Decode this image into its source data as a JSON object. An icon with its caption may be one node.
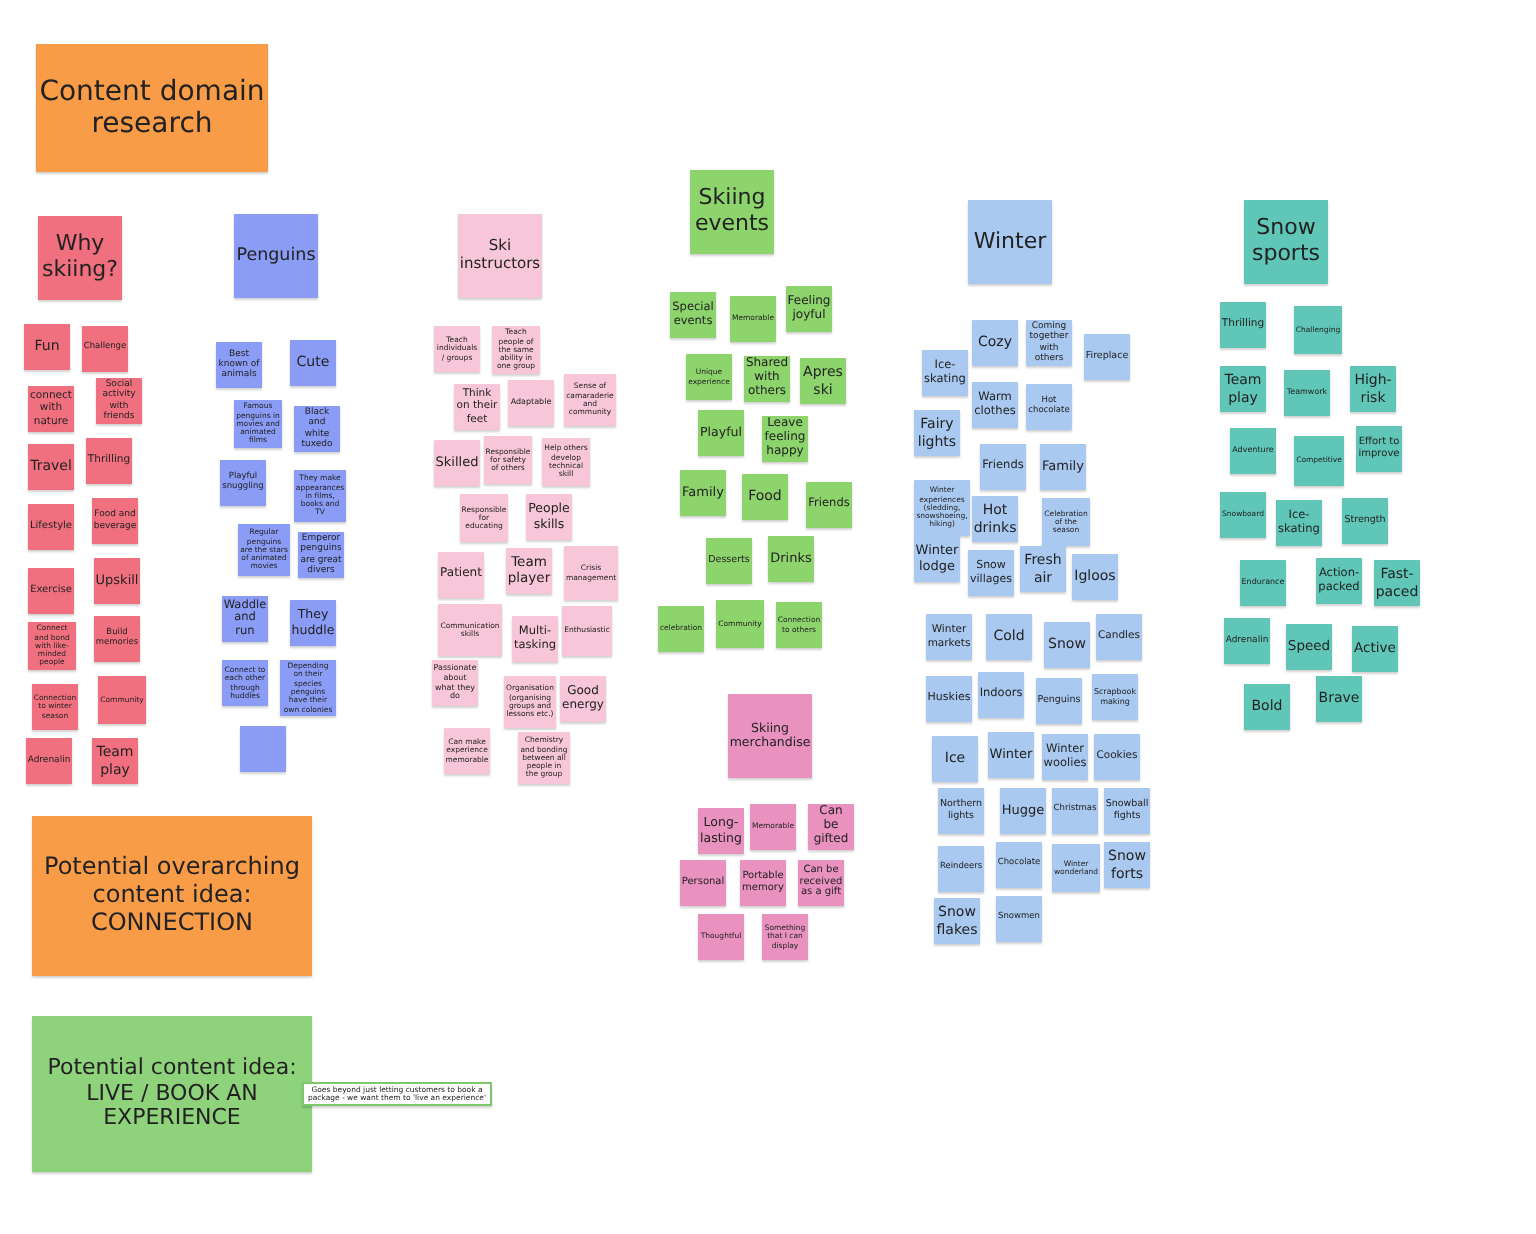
{
  "diagram": {
    "nodes": [
      {
        "text": [
          "Content domain research"
        ]
      },
      {
        "text": [
          "Why skiing?"
        ]
      },
      {
        "text": [
          "Fun"
        ]
      },
      {
        "text": [
          "Challenge"
        ]
      },
      {
        "text": [
          "connect with nature"
        ]
      },
      {
        "text": [
          "Social activity with friends"
        ]
      },
      {
        "text": [
          "Travel"
        ]
      },
      {
        "text": [
          "Thrilling"
        ]
      },
      {
        "text": [
          "Lifestyle"
        ]
      },
      {
        "text": [
          "Food and beverage"
        ]
      },
      {
        "text": [
          "Exercise"
        ]
      },
      {
        "text": [
          "Upskill"
        ]
      },
      {
        "text": [
          "Connect and bond with like-minded people"
        ]
      },
      {
        "text": [
          "Build memories"
        ]
      },
      {
        "text": [
          "Connection to winter season"
        ]
      },
      {
        "text": [
          "Community"
        ]
      },
      {
        "text": [
          "Adrenalin"
        ]
      },
      {
        "text": [
          "Team play"
        ]
      },
      {
        "text": [
          "Penguins"
        ]
      },
      {
        "text": [
          "Best known of animals"
        ]
      },
      {
        "text": [
          "Cute"
        ]
      },
      {
        "text": [
          "Famous penguins in movies and animated films"
        ]
      },
      {
        "text": [
          "Black and white tuxedo"
        ]
      },
      {
        "text": [
          "Playful snuggling"
        ]
      },
      {
        "text": [
          "They make appearances in films, books and TV"
        ]
      },
      {
        "text": [
          "Regular penguins are the stars of animated movies"
        ]
      },
      {
        "text": [
          "Emperor penguins are great divers"
        ]
      },
      {
        "text": [
          "Waddle and run"
        ]
      },
      {
        "text": [
          "They huddle"
        ]
      },
      {
        "text": [
          "Connect to each other through huddles"
        ]
      },
      {
        "text": [
          "Depending on their species penguins have their own colonies"
        ]
      },
      {
        "text": [],
        "shape": "box"
      },
      {
        "text": [
          "Ski instructors"
        ]
      },
      {
        "text": [
          "Teach individuals / groups"
        ]
      },
      {
        "text": [
          "Teach people of the same ability in one group"
        ]
      },
      {
        "text": [
          "Think on their feet"
        ]
      },
      {
        "text": [
          "Adaptable"
        ]
      },
      {
        "text": [
          "Sense of camaraderie and community"
        ]
      },
      {
        "text": [
          "Skilled"
        ]
      },
      {
        "text": [
          "Responsible for safety of others"
        ]
      },
      {
        "text": [
          "Help others develop technical skill"
        ]
      },
      {
        "text": [
          "Responsible for educating"
        ]
      },
      {
        "text": [
          "People skills"
        ]
      },
      {
        "text": [
          "Patient"
        ]
      },
      {
        "text": [
          "Team player"
        ]
      },
      {
        "text": [
          "Crisis management"
        ]
      },
      {
        "text": [
          "Communication skills"
        ]
      },
      {
        "text": [
          "Multi-tasking"
        ]
      },
      {
        "text": [
          "Enthusiastic"
        ]
      },
      {
        "text": [
          "Passionate about what they do"
        ]
      },
      {
        "text": [
          "Organisation (organising groups and lessons etc.)"
        ]
      },
      {
        "text": [
          "Good energy"
        ]
      },
      {
        "text": [
          "Can make experience memorable"
        ]
      },
      {
        "text": [
          "Chemistry and bonding between all people in the group"
        ]
      },
      {
        "text": [
          "Skiing events"
        ]
      },
      {
        "text": [
          "Special events"
        ]
      },
      {
        "text": [
          "Memorable"
        ]
      },
      {
        "text": [
          "Feeling joyful"
        ]
      },
      {
        "text": [
          "Unique experience"
        ]
      },
      {
        "text": [
          "Shared with others"
        ]
      },
      {
        "text": [
          "Apres ski"
        ]
      },
      {
        "text": [
          "Playful"
        ]
      },
      {
        "text": [
          "Leave feeling happy"
        ]
      },
      {
        "text": [
          "Family"
        ]
      },
      {
        "text": [
          "Food"
        ]
      },
      {
        "text": [
          "Friends"
        ]
      },
      {
        "text": [
          "Desserts"
        ]
      },
      {
        "text": [
          "Drinks"
        ]
      },
      {
        "text": [
          "celebration"
        ]
      },
      {
        "text": [
          "Community"
        ]
      },
      {
        "text": [
          "Connection to others"
        ]
      },
      {
        "text": [
          "Skiing merchandise"
        ]
      },
      {
        "text": [
          "Long-lasting"
        ]
      },
      {
        "text": [
          "Memorable"
        ]
      },
      {
        "text": [
          "Can be gifted"
        ]
      },
      {
        "text": [
          "Personal"
        ]
      },
      {
        "text": [
          "Portable memory"
        ]
      },
      {
        "text": [
          "Can be received as a gift"
        ]
      },
      {
        "text": [
          "Thoughtful"
        ]
      },
      {
        "text": [
          "Something that I can display"
        ]
      },
      {
        "text": [
          "Winter"
        ]
      },
      {
        "text": [
          "Cozy"
        ]
      },
      {
        "text": [
          "Coming together with others"
        ]
      },
      {
        "text": [
          "Fireplace"
        ]
      },
      {
        "text": [
          "Ice-skating"
        ]
      },
      {
        "text": [
          "Warm clothes"
        ]
      },
      {
        "text": [
          "Hot chocolate"
        ]
      },
      {
        "text": [
          "Fairy lights"
        ]
      },
      {
        "text": [
          "Friends"
        ]
      },
      {
        "text": [
          "Family"
        ]
      },
      {
        "text": [
          "Winter experiences (sledding, snowshoeing, hiking)"
        ]
      },
      {
        "text": [
          "Hot drinks"
        ]
      },
      {
        "text": [
          "Celebration of the season"
        ]
      },
      {
        "text": [
          "Winter lodge"
        ]
      },
      {
        "text": [
          "Snow villages"
        ]
      },
      {
        "text": [
          "Fresh air"
        ]
      },
      {
        "text": [
          "Igloos"
        ]
      },
      {
        "text": [
          "Winter markets"
        ]
      },
      {
        "text": [
          "Cold"
        ]
      },
      {
        "text": [
          "Snow"
        ]
      },
      {
        "text": [
          "Candles"
        ]
      },
      {
        "text": [
          "Huskies"
        ]
      },
      {
        "text": [
          "Indoors"
        ]
      },
      {
        "text": [
          "Penguins"
        ]
      },
      {
        "text": [
          "Scrapbook making"
        ]
      },
      {
        "text": [
          "Ice"
        ]
      },
      {
        "text": [
          "Winter"
        ]
      },
      {
        "text": [
          "Winter woolies"
        ]
      },
      {
        "text": [
          "Cookies"
        ]
      },
      {
        "text": [
          "Northern lights"
        ]
      },
      {
        "text": [
          "Hugge"
        ]
      },
      {
        "text": [
          "Christmas"
        ]
      },
      {
        "text": [
          "Snowball fights"
        ]
      },
      {
        "text": [
          "Reindeers"
        ]
      },
      {
        "text": [
          "Chocolate"
        ]
      },
      {
        "text": [
          "Winter wonderland"
        ]
      },
      {
        "text": [
          "Snow forts"
        ]
      },
      {
        "text": [
          "Snow flakes"
        ]
      },
      {
        "text": [
          "Snowmen"
        ]
      },
      {
        "text": [
          "Snow sports"
        ]
      },
      {
        "text": [
          "Thrilling"
        ]
      },
      {
        "text": [
          "Challenging"
        ]
      },
      {
        "text": [
          "Team play"
        ]
      },
      {
        "text": [
          "Teamwork"
        ]
      },
      {
        "text": [
          "High-risk"
        ]
      },
      {
        "text": [
          "Adventure"
        ]
      },
      {
        "text": [
          "Competitive"
        ]
      },
      {
        "text": [
          "Effort to improve"
        ]
      },
      {
        "text": [
          "Snowboard"
        ]
      },
      {
        "text": [
          "Ice-skating"
        ]
      },
      {
        "text": [
          "Strength"
        ]
      },
      {
        "text": [
          "Endurance"
        ]
      },
      {
        "text": [
          "Action-packed"
        ]
      },
      {
        "text": [
          "Fast-paced"
        ]
      },
      {
        "text": [
          "Adrenalin"
        ]
      },
      {
        "text": [
          "Speed"
        ]
      },
      {
        "text": [
          "Active"
        ]
      },
      {
        "text": [
          "Bold"
        ]
      },
      {
        "text": [
          "Brave"
        ]
      },
      {
        "text": [
          "Potential overarching content idea: CONNECTION"
        ]
      },
      {
        "text": [
          "Potential content idea: LIVE / BOOK AN EXPERIENCE"
        ]
      },
      {
        "text": [
          "Goes beyond just letting customers to book a package - we want them to 'live an experience'"
        ]
      }
    ]
  }
}
